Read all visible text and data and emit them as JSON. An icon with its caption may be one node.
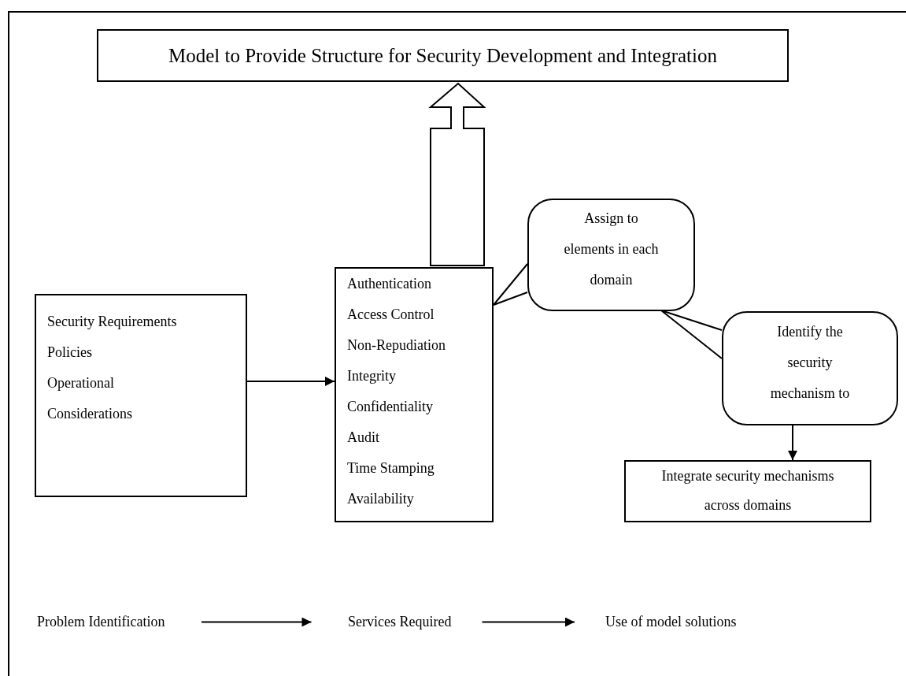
{
  "diagram": {
    "nodes": [
      {
        "text": [
          "Model to Provide Structure for Security Development and Integration"
        ]
      },
      {
        "text": [
          "Security Requirements",
          "Policies",
          "Operational",
          "Considerations"
        ]
      },
      {
        "text": [
          "Authentication",
          "Access Control",
          "Non-Repudiation",
          "Integrity",
          "Confidentiality",
          "Audit",
          "Time Stamping",
          "Availability"
        ]
      },
      {
        "text": [
          "Assign to elements in each domain"
        ]
      },
      {
        "text": [
          "Identify the security mechanism to"
        ]
      },
      {
        "text": [
          "Integrate security mechanisms across domains"
        ]
      },
      {
        "text": [
          "Problem Identification"
        ]
      },
      {
        "text": [
          "Services Required"
        ]
      },
      {
        "text": [
          "Use of model solutions"
        ]
      }
    ],
    "edges": [
      {
        "from": 1,
        "to": 2,
        "arrow": "to"
      },
      {
        "from": 2,
        "to": 0,
        "arrow": "to",
        "style": "thick"
      },
      {
        "from": 3,
        "to": 2,
        "arrow": "none"
      },
      {
        "from": 4,
        "to": 3,
        "arrow": "none"
      },
      {
        "from": 4,
        "to": 5,
        "arrow": "to"
      },
      {
        "from": 6,
        "to": 7,
        "arrow": "to"
      },
      {
        "from": 7,
        "to": 8,
        "arrow": "to"
      }
    ]
  }
}
